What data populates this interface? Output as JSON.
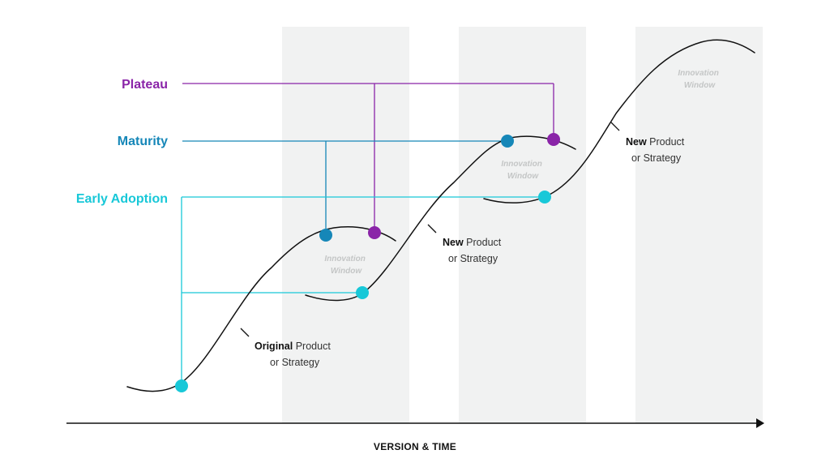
{
  "colors": {
    "plateau": "#8a24a8",
    "maturity": "#1687b8",
    "early_adoption": "#18c8d8",
    "curve": "#111111",
    "window_fill": "#f1f2f2",
    "window_text": "#c4c6c6"
  },
  "stages": {
    "plateau": "Plateau",
    "maturity": "Maturity",
    "early_adoption": "Early Adoption"
  },
  "curve_labels": [
    {
      "bold": "Original",
      "rest": " Product",
      "line2": "or Strategy"
    },
    {
      "bold": "New",
      "rest": " Product",
      "line2": "or Strategy"
    },
    {
      "bold": "New",
      "rest": " Product",
      "line2": "or Strategy"
    }
  ],
  "innovation_windows": [
    {
      "line1": "Innovation",
      "line2": "Window"
    },
    {
      "line1": "Innovation",
      "line2": "Window"
    },
    {
      "line1": "Innovation",
      "line2": "Window"
    }
  ],
  "axis": {
    "x_label": "VERSION & TIME"
  }
}
